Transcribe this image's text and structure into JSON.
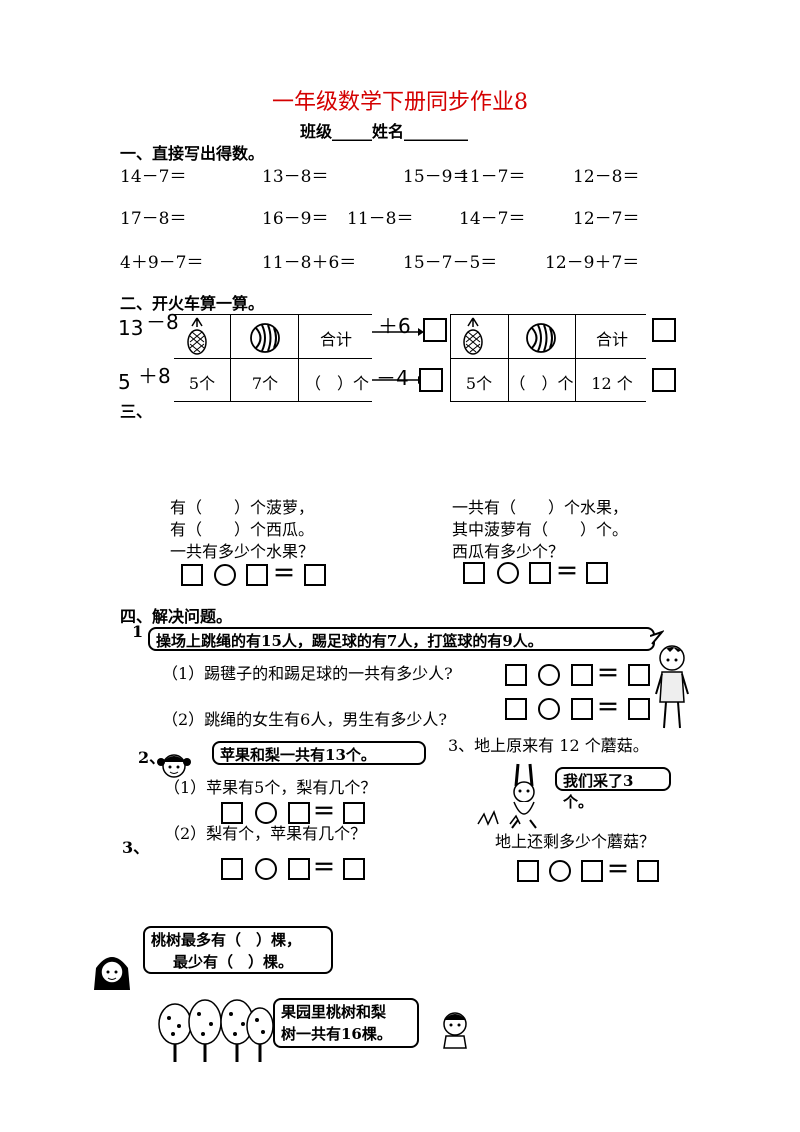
{
  "header": {
    "title": "一年级数学下册同步作业8",
    "subtitle": "班级_____姓名________"
  },
  "section1": {
    "heading": "一、直接写出得数。",
    "row1": [
      "14－7＝",
      "13－8＝",
      "15－9＝",
      "11－7＝",
      "12－8＝"
    ],
    "row2": [
      "17－8＝",
      "16－9＝",
      "11－8＝",
      "14－7＝",
      "12－7＝"
    ],
    "row3": [
      "4＋9－7＝",
      "11－8＋6＝",
      "15－7－5＝",
      "12－9＋7＝"
    ]
  },
  "section2": {
    "heading": "二、开火车算一算。",
    "train1": {
      "start": "13",
      "op1": "－8",
      "op2": "＋6"
    },
    "train2": {
      "start": "5",
      "op1": "＋8",
      "op2": "－4"
    },
    "table_left": {
      "header3": "合计",
      "cells": [
        "5个",
        "7个",
        "（　）个"
      ]
    },
    "table_right": {
      "header3": "合计",
      "cells": [
        "5个",
        "（　）个",
        "12 个"
      ]
    }
  },
  "section3": {
    "heading": "三、",
    "left_lines": [
      "有（　　）个菠萝，",
      "有（　　）个西瓜。",
      "一共有多少个水果？"
    ],
    "right_lines": [
      "一共有（　　）个水果，",
      "其中菠萝有（　　）个。",
      "西瓜有多少个？"
    ]
  },
  "section4": {
    "heading": "四、解决问题。",
    "q1_num": "1",
    "q1_bubble": "操场上跳绳的有15人，踢足球的有7人，打篮球的有9人。",
    "q1_sub1": "（1）踢毽子的和踢足球的一共有多少人?",
    "q1_sub2": "（2）跳绳的女生有6人，男生有多少人?",
    "q2_num": "2、",
    "q2_bubble": "苹果和梨一共有13个。",
    "q2_sub1": "（1）苹果有5个，梨有几个？",
    "q2_sub2": "（2）梨有个，苹果有几个？",
    "q3_label": "3、地上原来有 12 个蘑菇。",
    "q3_bubble": "我们采了3个。",
    "q3_question": "地上还剩多少个蘑菇？",
    "q3b_num": "3、",
    "tree_bubble_line1": "桃树最多有（　）棵，",
    "tree_bubble_line2": "最少有（　）棵。",
    "orchard_bubble_line1": "果园里桃树和梨",
    "orchard_bubble_line2": "树一共有16棵。"
  }
}
